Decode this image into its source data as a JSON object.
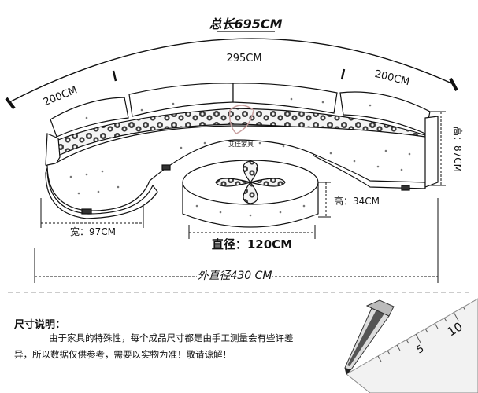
{
  "dimensions": {
    "total_length": "总长695CM",
    "middle_length": "295CM",
    "left_arc": "200CM",
    "right_arc": "200CM",
    "height": "高：87CM",
    "seat_width": "宽：97CM",
    "table_height": "高：34CM",
    "table_diameter": "直径：120CM",
    "outer_diameter": "外直径430 CM"
  },
  "watermark": "艾佳家具",
  "note": {
    "title": "尺寸说明：",
    "line1": "由于家具的特殊性，每个成品尺寸都是由手工测量会有些许差",
    "line2": "异，所以数据仅供参考，需要以实物为准！敬请谅解！"
  },
  "ruler": {
    "labels": [
      "5",
      "10"
    ]
  },
  "colors": {
    "line": "#111111",
    "pattern": "#3a3a3a",
    "watermark": "#c9a0a0"
  }
}
